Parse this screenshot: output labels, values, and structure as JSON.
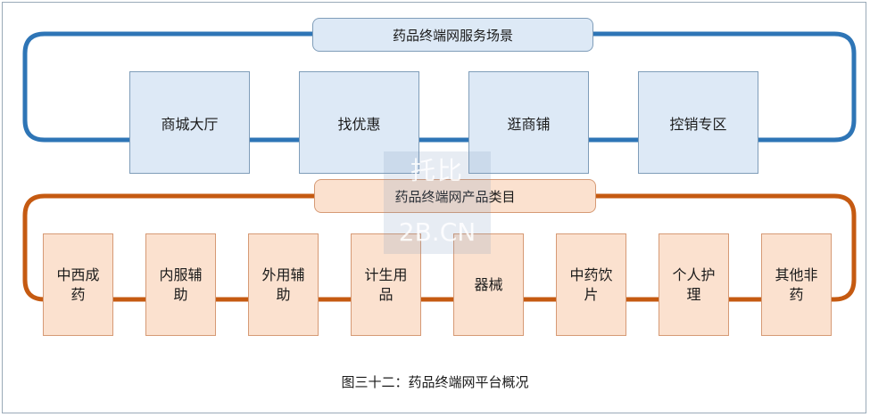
{
  "diagram": {
    "services_title": "药品终端网服务场景",
    "services": [
      "商城大厅",
      "找优惠",
      "逛商铺",
      "控销专区"
    ],
    "categories_title": "药品终端网产品类目",
    "categories": [
      [
        "中西成",
        "药"
      ],
      [
        "内服辅",
        "助"
      ],
      [
        "外用辅",
        "助"
      ],
      [
        "计生用",
        "品"
      ],
      [
        "器械"
      ],
      [
        "中药饮",
        "片"
      ],
      [
        "个人护",
        "理"
      ],
      [
        "其他非",
        "药"
      ]
    ],
    "caption": "图三十二：药品终端网平台概况",
    "colors": {
      "blue_line": "#2e75b6",
      "orange_line": "#c55a11",
      "blue_fill": "#dde9f6",
      "orange_fill": "#fbe1cf"
    }
  },
  "watermark": {
    "top": "托比",
    "bottom": "2B.CN"
  }
}
